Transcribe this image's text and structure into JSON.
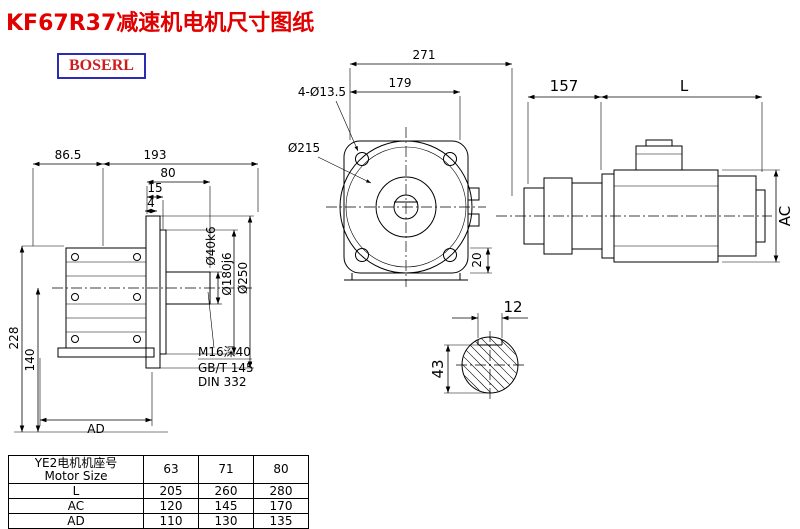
{
  "header": {
    "title": "KF67R37减速机电机尺寸图纸",
    "logo": "BOSERL"
  },
  "front_view": {
    "dim_total_width": "271",
    "dim_flange_width": "179",
    "dim_bolt_holes": "4-Ø13.5",
    "dim_flange_dia": "Ø215",
    "dim_foot": "20"
  },
  "side_view": {
    "dim_depth": "86.5",
    "dim_width": "193",
    "dim_80": "80",
    "dim_15": "15",
    "dim_4": "4",
    "dim_height": "228",
    "dim_center_height": "140",
    "dim_ad": "AD",
    "dim_shaft_dia": "Ø40k6",
    "dim_spigot_dia": "Ø180j6",
    "dim_flange_od": "Ø250",
    "note_thread": "M16深40",
    "note_gb": "GB/T 145",
    "note_din": "DIN 332"
  },
  "motor_view": {
    "dim_157": "157",
    "dim_l": "L",
    "dim_ac": "AC"
  },
  "shaft_view": {
    "dim_key_width": "12",
    "dim_height": "43"
  },
  "table": {
    "header_cn": "YE2电机机座号",
    "header_en": "Motor Size",
    "sizes": [
      "63",
      "71",
      "80"
    ],
    "rows": [
      {
        "label": "L",
        "values": [
          "205",
          "260",
          "280"
        ]
      },
      {
        "label": "AC",
        "values": [
          "120",
          "145",
          "170"
        ]
      },
      {
        "label": "AD",
        "values": [
          "110",
          "130",
          "135"
        ]
      }
    ]
  }
}
